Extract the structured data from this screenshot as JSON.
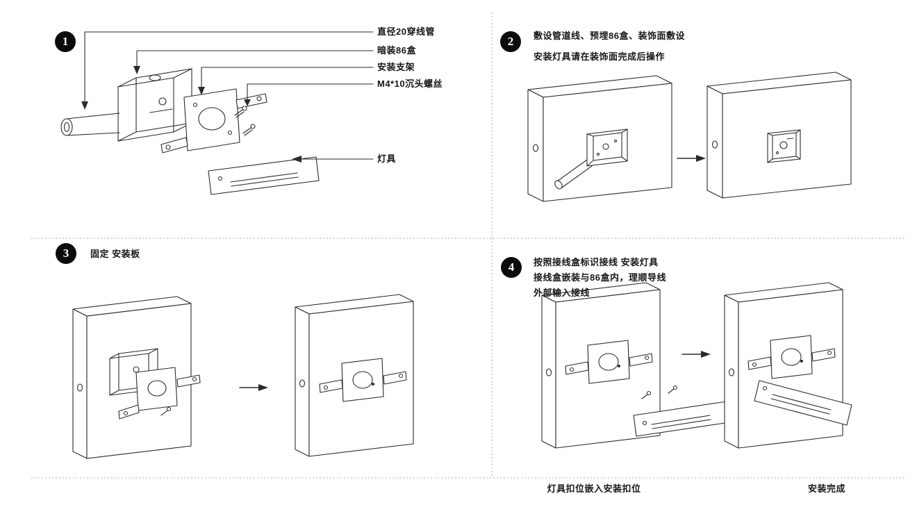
{
  "page": {
    "background": "#ffffff",
    "line_color": "#2a2a2a",
    "divider_color": "#a8a8a8"
  },
  "steps": {
    "step1": {
      "number": "1",
      "part_labels": {
        "conduit": "直径20穿线管",
        "box86": "暗装86盒",
        "bracket": "安装支架",
        "screws": "M4*10沉头螺丝",
        "lamp": "灯具"
      }
    },
    "step2": {
      "number": "2",
      "line1": "敷设管道线、预埋86盒、装饰面敷设",
      "line2": "安装灯具请在装饰面完成后操作"
    },
    "step3": {
      "number": "3",
      "line1": "固定 安装板"
    },
    "step4": {
      "number": "4",
      "line1": "按照接线盒标识接线 安装灯具",
      "line2": "接线盒嵌装与86盒内，理顺导线",
      "line3": "外部输入接线",
      "caption_left": "灯具扣位嵌入安装扣位",
      "caption_right": "安装完成"
    }
  },
  "icons": {
    "arrow_right": "→",
    "arrow_down": "↓"
  }
}
